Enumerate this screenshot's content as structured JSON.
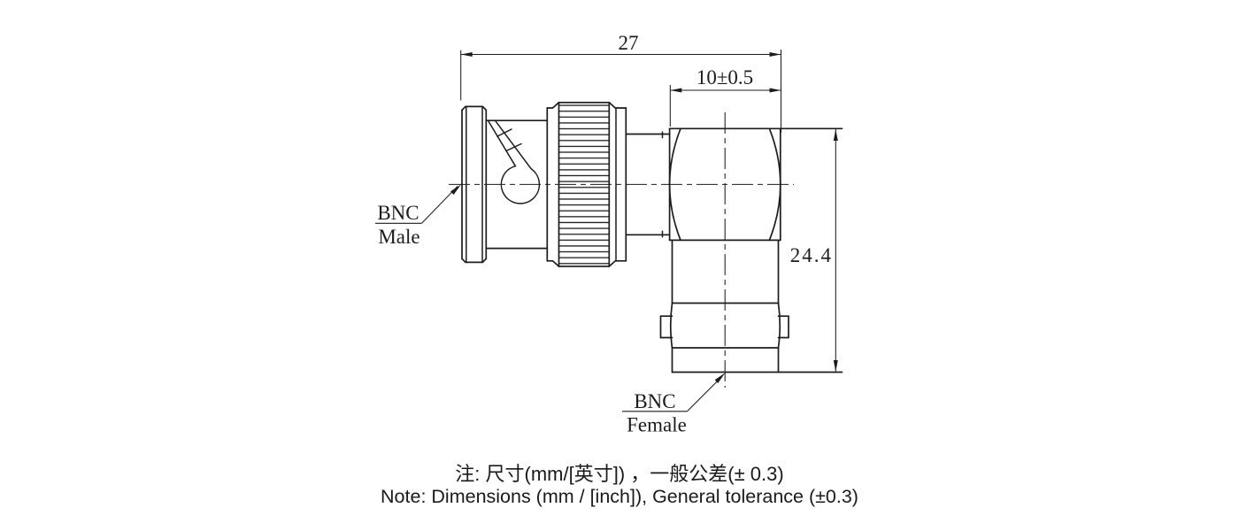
{
  "drawing": {
    "type": "technical-drawing",
    "subject": "right-angle BNC adapter, male to female",
    "dimensions": {
      "overall_length": "27",
      "port_width": "10±0.5",
      "overall_height": "24.4"
    },
    "labels": {
      "male": {
        "line1": "BNC",
        "line2": "Male"
      },
      "female": {
        "line1": "BNC",
        "line2": "Female"
      }
    },
    "notes": {
      "chinese": "注: 尺寸(mm/[英寸]) ，一般公差(± 0.3)",
      "english": "Note: Dimensions (mm / [inch]), General tolerance (±0.3)"
    },
    "colors": {
      "line": "#1c1c1c",
      "background": "#ffffff"
    }
  }
}
